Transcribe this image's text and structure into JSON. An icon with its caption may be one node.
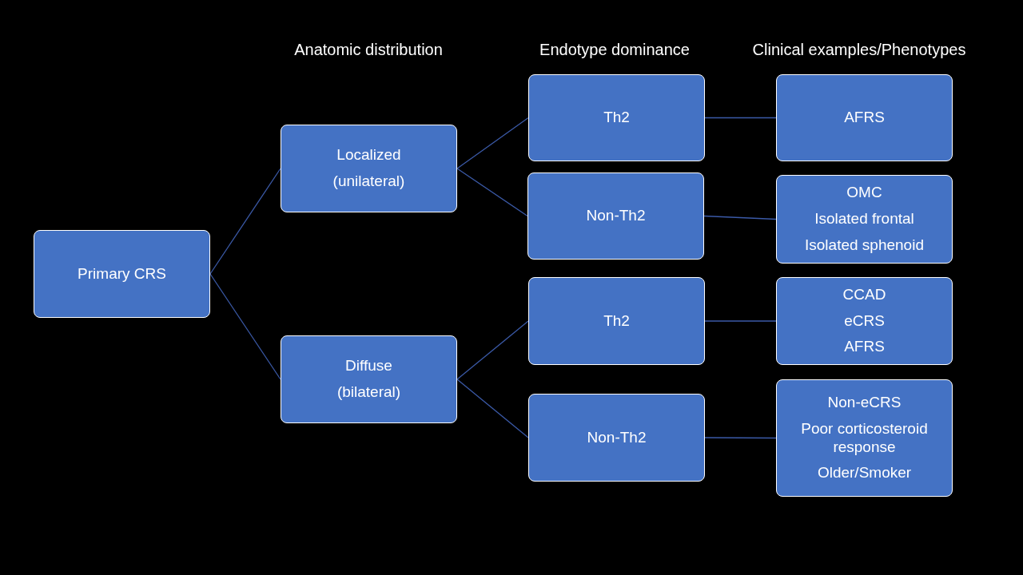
{
  "diagram": {
    "nodes": [
      {
        "text": [
          "Primary CRS"
        ]
      },
      {
        "text": [
          "Localized",
          "(unilateral)"
        ]
      },
      {
        "text": [
          "Diffuse",
          "(bilateral)"
        ]
      },
      {
        "text": [
          "Th2"
        ]
      },
      {
        "text": [
          "Non-Th2"
        ]
      },
      {
        "text": [
          "Th2"
        ]
      },
      {
        "text": [
          "Non-Th2"
        ]
      },
      {
        "text": [
          "AFRS"
        ]
      },
      {
        "text": [
          "OMC",
          "Isolated frontal",
          "Isolated sphenoid"
        ]
      },
      {
        "text": [
          "CCAD",
          "eCRS",
          "AFRS"
        ]
      },
      {
        "text": [
          "Non-eCRS",
          "Poor corticosteroid response",
          "Older/Smoker"
        ]
      }
    ],
    "edges": [
      {
        "from": 0,
        "to": 1,
        "arrow": "none"
      },
      {
        "from": 0,
        "to": 2,
        "arrow": "none"
      },
      {
        "from": 1,
        "to": 3,
        "arrow": "none"
      },
      {
        "from": 1,
        "to": 4,
        "arrow": "none"
      },
      {
        "from": 2,
        "to": 5,
        "arrow": "none"
      },
      {
        "from": 2,
        "to": 6,
        "arrow": "none"
      },
      {
        "from": 3,
        "to": 7,
        "arrow": "none"
      },
      {
        "from": 4,
        "to": 8,
        "arrow": "none"
      },
      {
        "from": 5,
        "to": 9,
        "arrow": "none"
      },
      {
        "from": 6,
        "to": 10,
        "arrow": "none"
      }
    ],
    "labels": [
      "Anatomic distribution",
      "Endotype dominance",
      "Clinical examples/Phenotypes"
    ]
  }
}
